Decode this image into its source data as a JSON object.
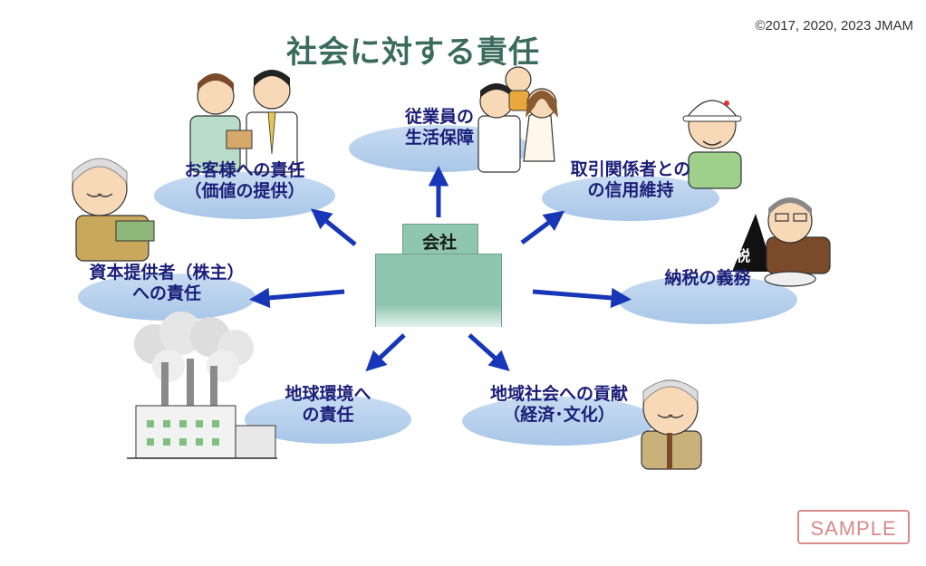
{
  "title": "社会に対する責任",
  "copyright": "©2017, 2020, 2023 JMAM",
  "center": {
    "label": "会社"
  },
  "responsibilities": {
    "employees": {
      "line1": "従業員の",
      "line2": "生活保障"
    },
    "customers": {
      "line1": "お客様への責任",
      "line2": "（価値の提供）"
    },
    "partners": {
      "line1": "取引関係者との",
      "line2": "の信用維持"
    },
    "investors": {
      "line1": "資本提供者（株主）",
      "line2": "への責任"
    },
    "tax": {
      "line1": "納税の義務"
    },
    "environment": {
      "line1": "地球環境へ",
      "line2": "の責任"
    },
    "community": {
      "line1": "地域社会への貢献",
      "line2": "（経済･文化）"
    }
  },
  "tax_sign": "税",
  "sample": "SAMPLE",
  "colors": {
    "title": "#3b6b5c",
    "label": "#1b1e78",
    "arrow": "#1737b8",
    "building": "#8fc6b0",
    "ellipse": "#b3cdeb"
  }
}
